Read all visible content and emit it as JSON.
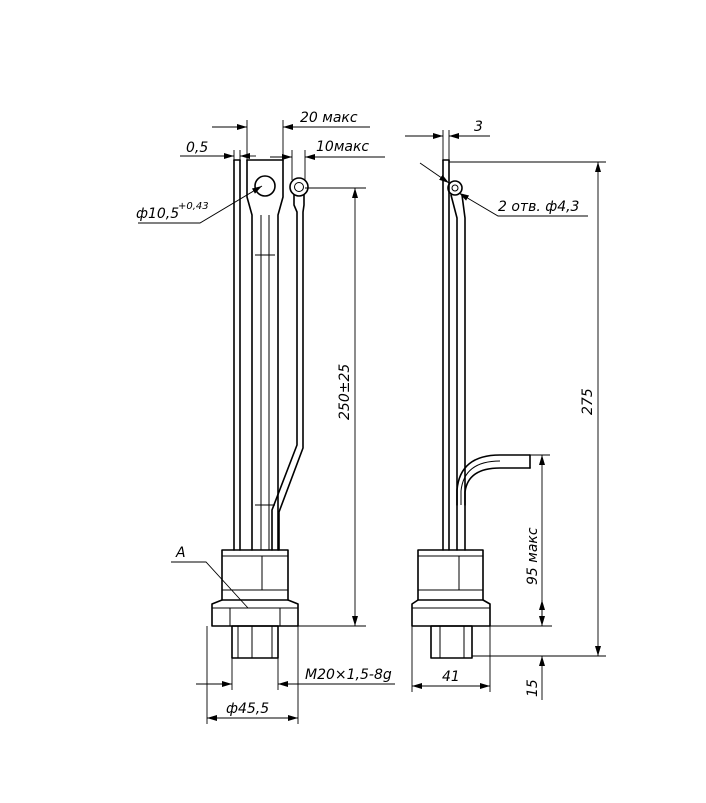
{
  "drawing": {
    "front_view": {
      "dim_width_top": "20 макс",
      "dim_gap": "0,5",
      "dim_lead_offset": "10макс",
      "dim_hole_main": "ф10,5",
      "dim_hole_tolerance": "+0,43",
      "dim_length": "250±25",
      "view_mark": "А",
      "dim_thread": "M20×1,5-8g",
      "dim_diameter": "ф45,5"
    },
    "side_view": {
      "dim_top_offset": "3",
      "dim_holes": "2 отв. ф4,3",
      "dim_total_height": "275",
      "dim_lead_height": "95 макс",
      "dim_width": "41",
      "dim_stud": "15"
    }
  }
}
